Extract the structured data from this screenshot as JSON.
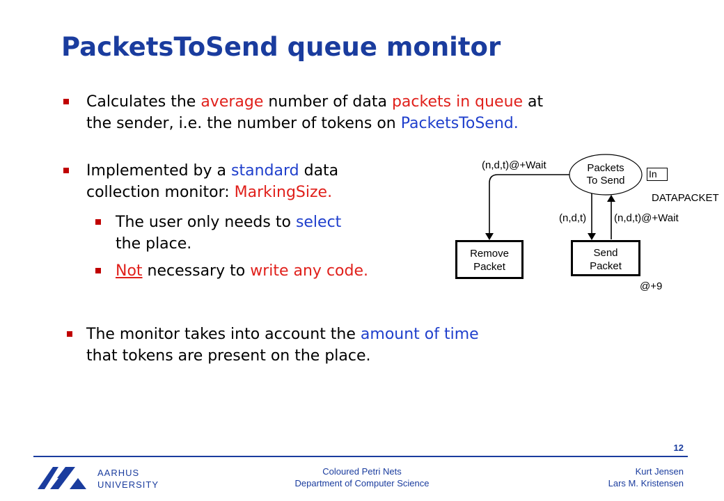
{
  "title": "PacketsToSend queue monitor",
  "bullets": {
    "b1": {
      "t1": "Calculates the ",
      "t2": "average",
      "t3": " number of data ",
      "t4": "packets in queue",
      "t5": " at",
      "t6": "the sender, i.e. the number of tokens on ",
      "t7": "PacketsToSend."
    },
    "b2": {
      "t1": "Implemented by a ",
      "t2": "standard",
      "t3": " data",
      "t4": "collection monitor: ",
      "t5": "MarkingSize."
    },
    "b3": {
      "t1": "The user only needs to ",
      "t2": "select",
      "t3": "the place."
    },
    "b4": {
      "t1": "Not",
      "t2": " necessary to ",
      "t3": "write any code."
    },
    "b5": {
      "t1": "The monitor takes into account the ",
      "t2": "amount of time",
      "t3": "that tokens are present on the place."
    }
  },
  "diagram": {
    "place": {
      "line1": "Packets",
      "line2": "To Send"
    },
    "port_tag": "In",
    "color_set": "DATAPACKET",
    "remove_packet": {
      "line1": "Remove",
      "line2": "Packet"
    },
    "send_packet": {
      "line1": "Send",
      "line2": "Packet"
    },
    "arc_remove_label": "(n,d,t)@+Wait",
    "arc_send_in_label": "(n,d,t)",
    "arc_send_out_label": "(n,d,t)@+Wait",
    "delay_label": "@+9"
  },
  "footer": {
    "page_number": "12",
    "university_line1": "AARHUS",
    "university_line2": "UNIVERSITY",
    "center_line1": "Coloured Petri Nets",
    "center_line2": "Department of Computer Science",
    "right_line1": "Kurt Jensen",
    "right_line2": "Lars M. Kristensen"
  },
  "colors": {
    "title": "#1a3c9e",
    "highlight_red": "#e0201b",
    "highlight_blue": "#1f3fcc",
    "bullet_mark": "#c00000"
  }
}
